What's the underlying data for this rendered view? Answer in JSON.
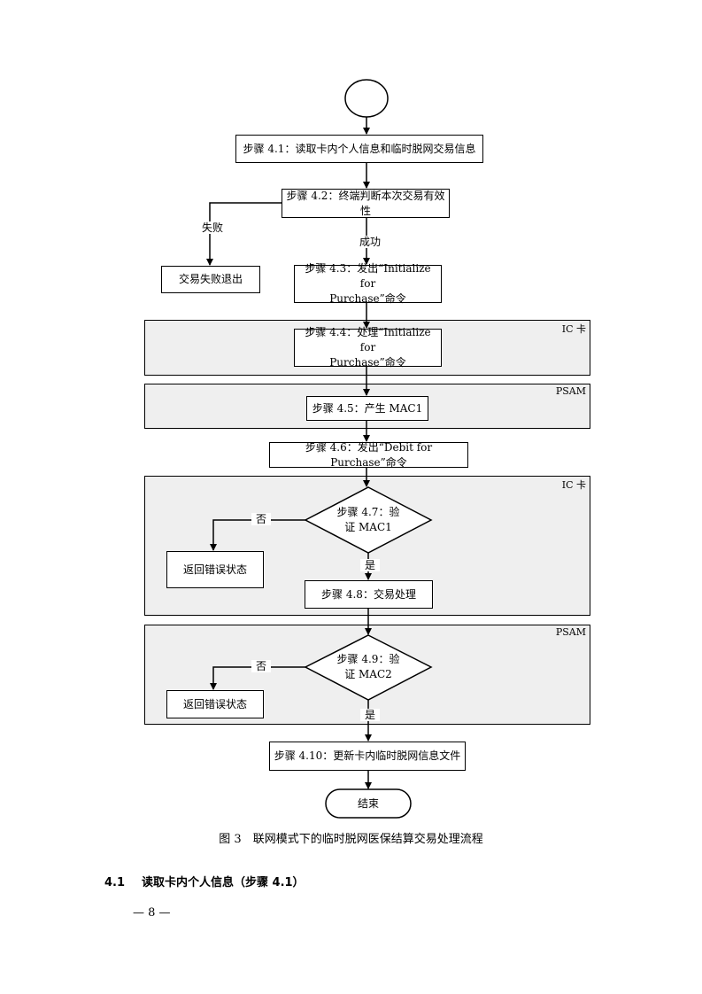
{
  "flowchart": {
    "step_4_1": "步骤 4.1：读取卡内个人信息和临时脱网交易信息",
    "step_4_2": "步骤 4.2：终端判断本次交易有效性",
    "fail_label": "失败",
    "success_label": "成功",
    "fail_exit": "交易失败退出",
    "step_4_3": "步骤 4.3：发出“Initialize for\nPurchase”命令",
    "region_ic_1": "IC 卡",
    "step_4_4": "步骤 4.4：处理“Initialize for\nPurchase”命令",
    "region_psam_1": "PSAM",
    "step_4_5": "步骤 4.5：产生 MAC1",
    "step_4_6": "步骤 4.6：发出“Debit for Purchase”命令",
    "region_ic_2": "IC 卡",
    "step_4_7": "步骤 4.7：验\n证 MAC1",
    "no_label_1": "否",
    "yes_label_1": "是",
    "error_1": "返回错误状态",
    "step_4_8": "步骤 4.8：交易处理",
    "region_psam_2": "PSAM",
    "step_4_9": "步骤 4.9：验\n证 MAC2",
    "no_label_2": "否",
    "yes_label_2": "是",
    "error_2": "返回错误状态",
    "step_4_10": "步骤 4.10：更新卡内临时脱网信息文件",
    "end": "结束"
  },
  "caption": "图 3　联网模式下的临时脱网医保结算交易处理流程",
  "section": {
    "number": "4.1",
    "title": "读取卡内个人信息（步骤 4.1）"
  },
  "page_number": "— 8 —"
}
